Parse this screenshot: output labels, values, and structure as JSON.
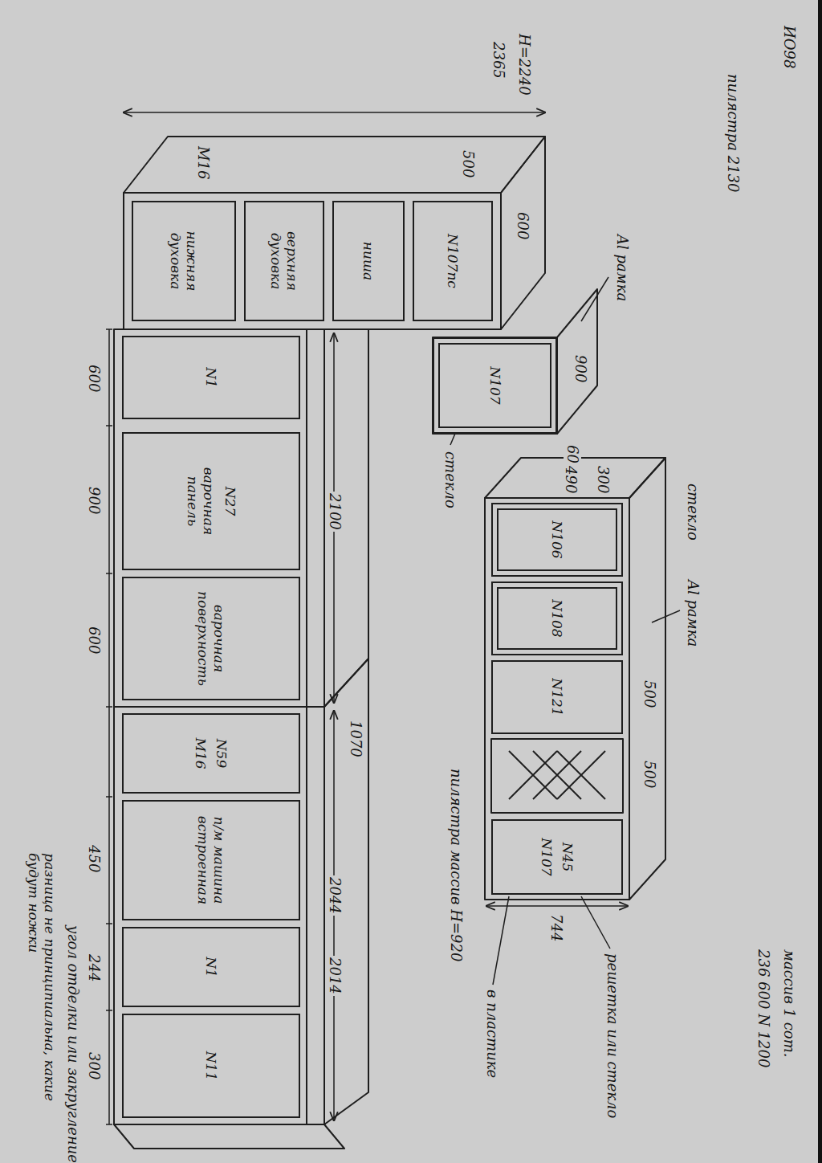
{
  "diagram": {
    "nodes": [
      {
        "text": [
          "N107пс"
        ]
      },
      {
        "text": [
          "ниша"
        ]
      },
      {
        "text": [
          "верхняя духовка"
        ]
      },
      {
        "text": [
          "нижняя духовка"
        ]
      },
      {
        "text": [
          "N107"
        ]
      },
      {
        "text": [
          "N1"
        ]
      },
      {
        "text": [
          "N27",
          "варочная панель"
        ]
      },
      {
        "text": [
          "варочная поверхность"
        ]
      },
      {
        "text": [
          "N59",
          "M16"
        ]
      },
      {
        "text": [
          "п/м машина встроенная"
        ]
      },
      {
        "text": [
          "N1"
        ]
      },
      {
        "text": [
          "N11"
        ]
      },
      {
        "text": [
          "N106"
        ]
      },
      {
        "text": [
          "N108"
        ]
      },
      {
        "text": [
          "N121"
        ]
      },
      {
        "text": [
          "N45",
          "N107"
        ]
      }
    ],
    "labels": [
      "ИО98",
      "пилястра 2130",
      "H=2240",
      "2365",
      "600",
      "500",
      "M16",
      "900",
      "600",
      "Al рамка",
      "стекло",
      "2100",
      "600",
      "900",
      "600",
      "1070",
      "2044",
      "2014",
      "450",
      "244",
      "300",
      "стекло",
      "Al рамка",
      "500",
      "500",
      "300",
      "490",
      "744",
      "решетка или стекло",
      "в пластике",
      "пилястра массив H=920",
      "массив 1 сот.",
      "236 600 N 1200",
      "угол отделки или закругление",
      "разница не принципиальна, какие будут ножки"
    ]
  }
}
